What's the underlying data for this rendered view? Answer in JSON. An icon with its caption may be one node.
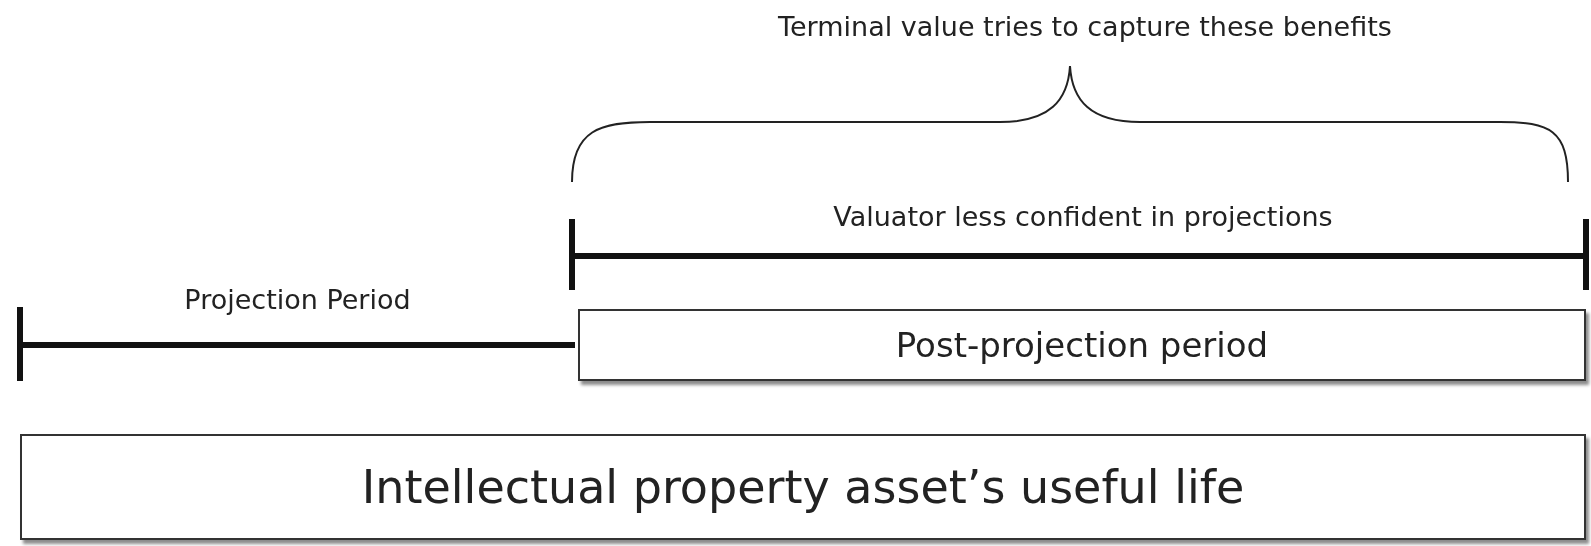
{
  "diagram": {
    "nodes": [
      {
        "text": [
          "Post-projection period"
        ]
      },
      {
        "text": [
          "Intellectual property asset’s useful life"
        ]
      }
    ],
    "labels": [
      "Terminal value tries to capture these benefits",
      "Valuator less confident in projections",
      "Projection Period"
    ]
  }
}
